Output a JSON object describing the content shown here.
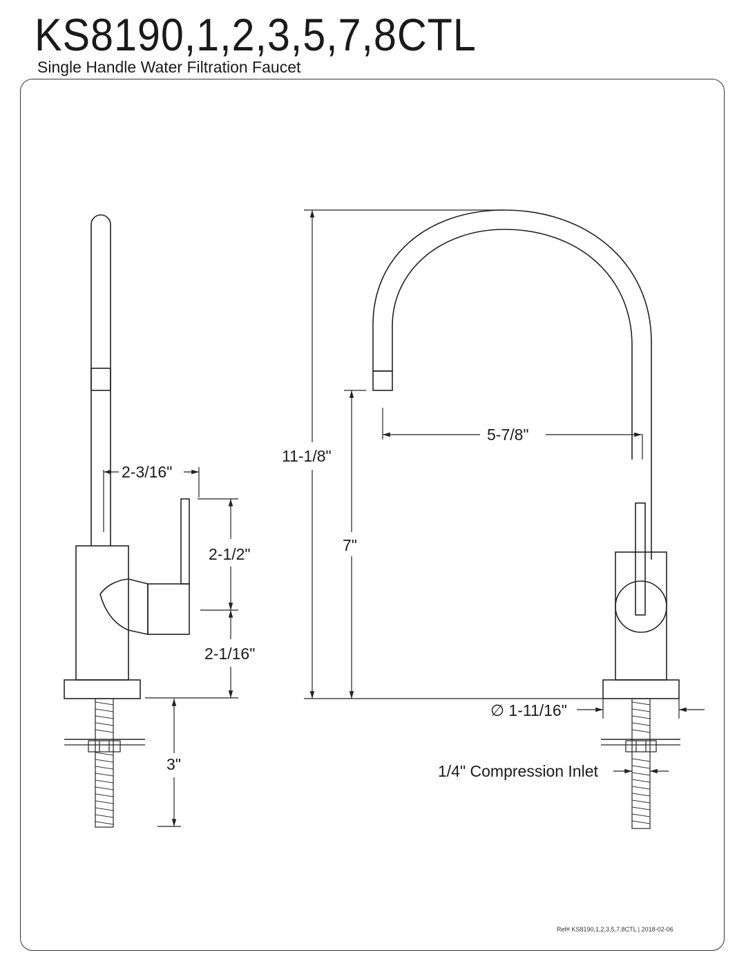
{
  "title": "KS8190,1,2,3,5,7,8CTL",
  "subtitle": "Single Handle Water Filtration Faucet",
  "dimensions": {
    "handle_offset": "2-3/16\"",
    "handle_height": "2-1/2\"",
    "body_height": "2-1/16\"",
    "shank_length": "3\"",
    "overall_height": "11-1/8\"",
    "spout_height": "7\"",
    "spout_reach": "5-7/8\"",
    "base_diameter": "∅ 1-11/16\"",
    "inlet": "1/4\" Compression Inlet"
  },
  "reference_note": "Ref# KS8190,1,2,3,5,7,8CTL | 2018-02-06"
}
